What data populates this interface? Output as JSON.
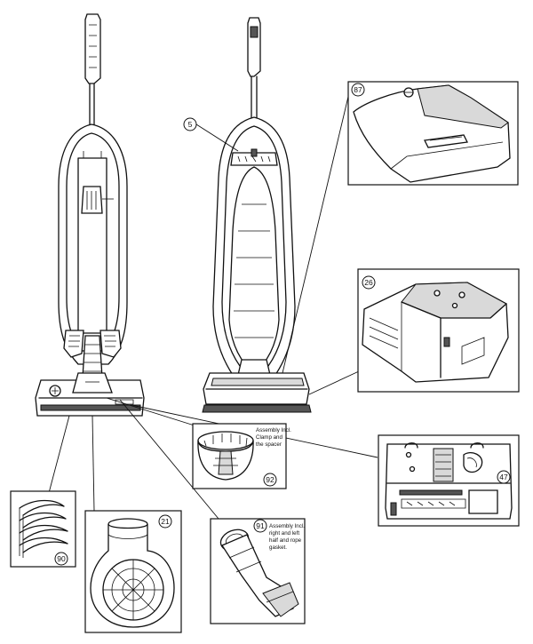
{
  "callouts": {
    "c5": "5",
    "c87": "87",
    "c26": "26",
    "c47": "47",
    "c92": "92",
    "c91": "91",
    "c21": "21",
    "c90": "90"
  },
  "notes": {
    "n92": [
      "Assembly Incl.",
      "Clamp and",
      "the spacer"
    ],
    "n91": [
      "Assembly Incl.",
      "right and left",
      "half and rope",
      "gasket."
    ]
  }
}
